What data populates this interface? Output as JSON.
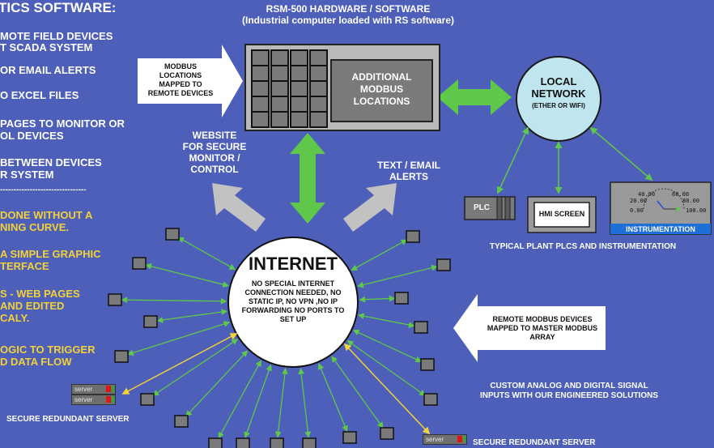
{
  "left_panel": {
    "title": "TICS SOFTWARE:",
    "white_lines": [
      "MOTE FIELD DEVICES",
      "T SCADA SYSTEM",
      "OR EMAIL ALERTS",
      "O EXCEL FILES",
      "PAGES TO MONITOR OR",
      "OL DEVICES",
      "BETWEEN DEVICES",
      "R SYSTEM"
    ],
    "divider": "--------------------------------",
    "yellow_lines": [
      " DONE WITHOUT A",
      "NING CURVE.",
      "A SIMPLE GRAPHIC",
      "TERFACE",
      "S - WEB PAGES",
      " AND EDITED",
      "CALY.",
      "OGIC TO TRIGGER",
      "D DATA FLOW"
    ]
  },
  "rsm": {
    "title": "RSM-500 HARDWARE / SOFTWARE",
    "subtitle": "(Industrial computer loaded with RS software)",
    "panel_lines": [
      "ADDITIONAL",
      "MODBUS",
      "LOCATIONS"
    ]
  },
  "modbus_arrow": [
    "MODBUS",
    "LOCATIONS",
    "MAPPED TO",
    "REMOTE DEVICES"
  ],
  "local_network": {
    "title_1": "LOCAL",
    "title_2": "NETWORK",
    "subtitle": "(ETHER OR WIFI)"
  },
  "website": [
    "WEBSITE",
    "FOR SECURE",
    "MONITOR /",
    "CONTROL"
  ],
  "text_alerts": [
    "TEXT / EMAIL",
    "ALERTS"
  ],
  "devices": {
    "plc": "PLC",
    "hmi": "HMI SCREEN",
    "instrumentation": "INSTRUMENTATION",
    "gauge_ticks": [
      "40.00",
      "60.00",
      "20.00",
      "80.00",
      "0.00",
      "100.00"
    ],
    "caption": "TYPICAL PLANT PLCS AND INSTRUMENTATION"
  },
  "internet": {
    "title": "INTERNET",
    "body": [
      "NO SPECIAL INTERNET",
      "CONNECTION NEEDED, NO",
      "STATIC IP, NO VPN ,NO IP",
      "FORWARDING NO PORTS TO",
      "SET UP"
    ]
  },
  "remote_arrow": [
    "REMOTE MODBUS DEVICES",
    "MAPPED TO MASTER MODBUS",
    "ARRAY"
  ],
  "custom_signal": [
    "CUSTOM ANALOG AND DIGITAL SIGNAL",
    "INPUTS WITH OUR ENGINEERED SOLUTIONS"
  ],
  "server_label": "server",
  "secure_left": "SECURE REDUNDANT SERVER",
  "secure_right": "SECURE REDUNDANT SERVER",
  "colors": {
    "background": "#4d5fb8",
    "green": "#5fc84a",
    "grey_arrow": "#c2c2c2",
    "yellow_text": "#f2d23a",
    "network_circle": "#bfe6ee"
  }
}
